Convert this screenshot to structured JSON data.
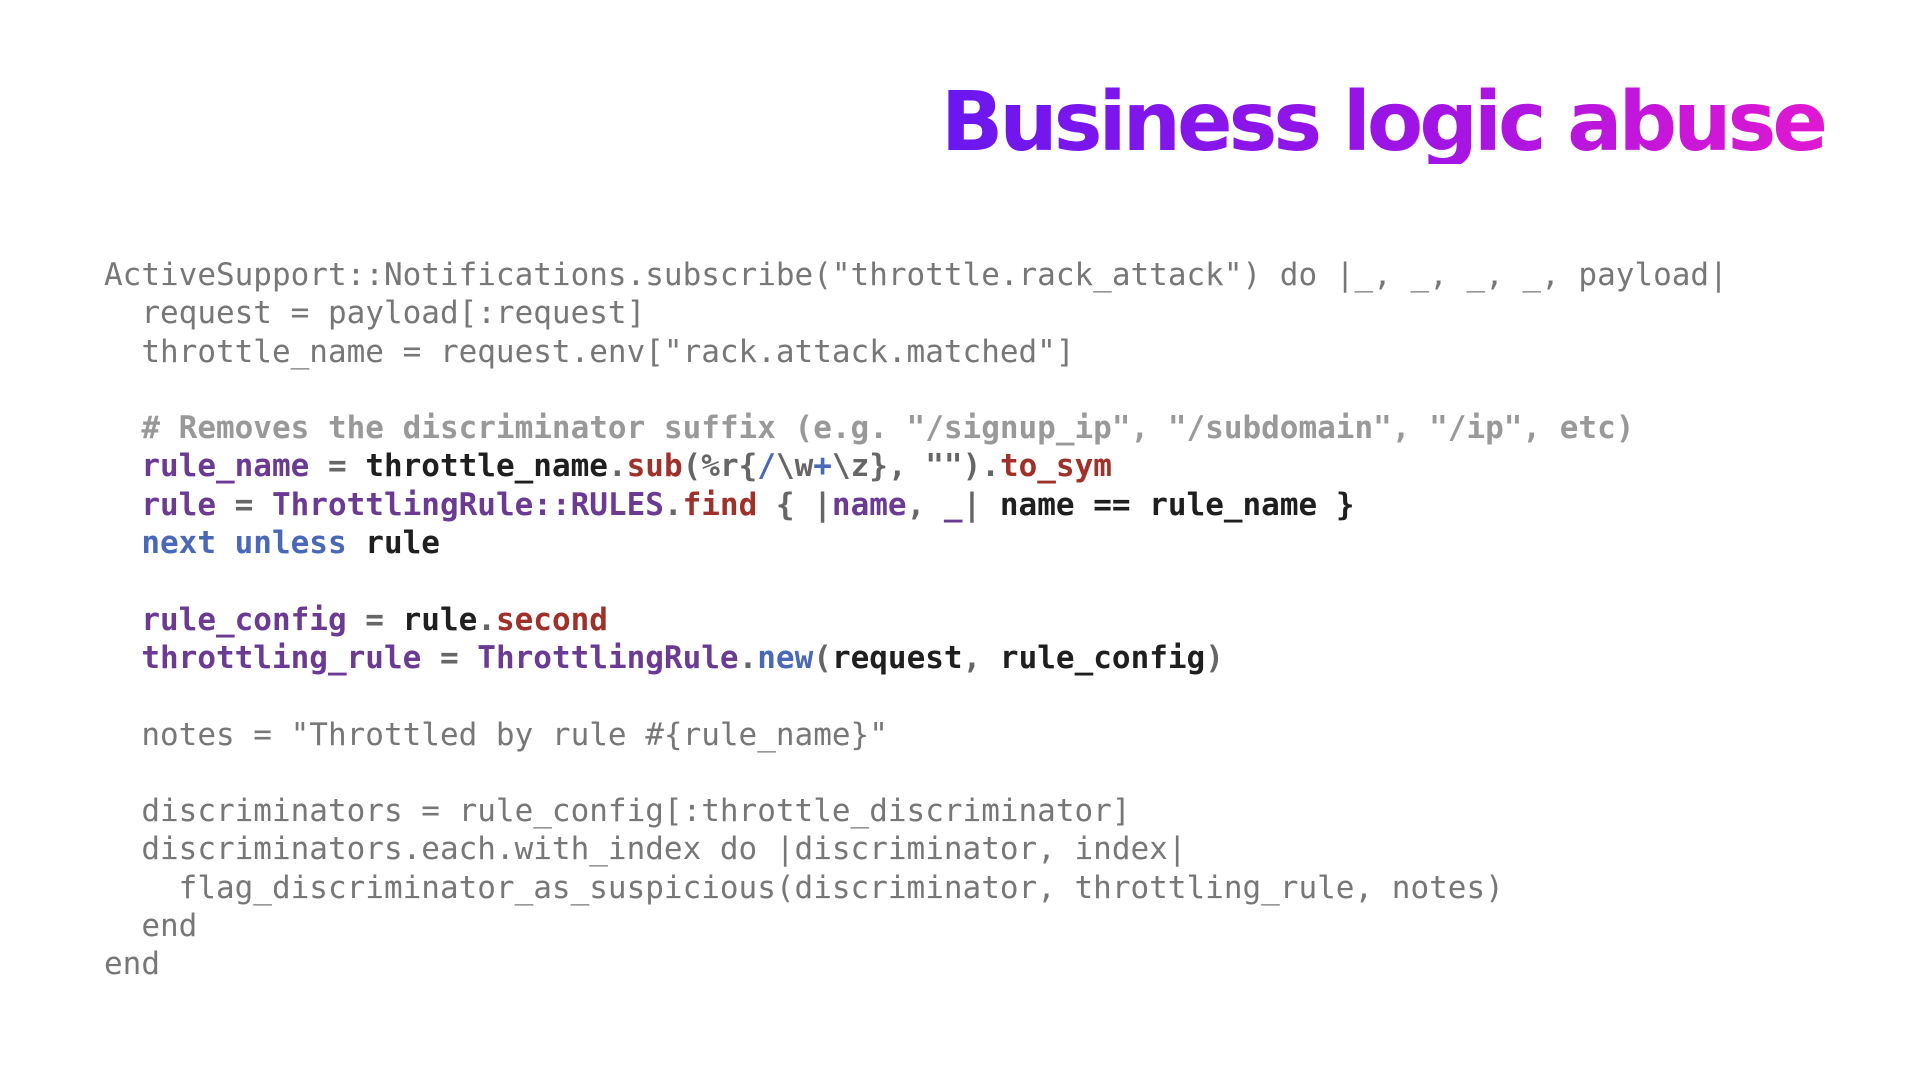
{
  "slide": {
    "title": "Business logic abuse",
    "colors": {
      "title_gradient_start": "#6a17f0",
      "title_gradient_end": "#e018d2",
      "dim_code": "#777777",
      "comment": "#999999",
      "variable": "#6b3a92",
      "method": "#a0312a",
      "keyword": "#4a68b8",
      "identifier": "#1f1f1f"
    }
  },
  "code": {
    "l1": "ActiveSupport::Notifications.subscribe(\"throttle.rack_attack\") do |_, _, _, _, payload|",
    "l2": "  request = payload[:request]",
    "l3": "  throttle_name = request.env[\"rack.attack.matched\"]",
    "l5": "  # Removes the discriminator suffix (e.g. \"/signup_ip\", \"/subdomain\", \"/ip\", etc)",
    "l6": {
      "indent": "  ",
      "t1": "rule_name",
      "t2": " = ",
      "t3": "throttle_name",
      "t4": ".",
      "t5": "sub",
      "t6": "(%r{",
      "t7": "/",
      "t8": "\\w",
      "t9": "+",
      "t10": "\\z",
      "t11": "}, \"\")",
      "t12": ".",
      "t13": "to_sym"
    },
    "l7": {
      "indent": "  ",
      "t1": "rule",
      "t2": " = ",
      "t3": "ThrottlingRule::RULES",
      "t4": ".",
      "t5": "find",
      "t6": " { |",
      "t7": "name",
      "t8": ", ",
      "t9": "_",
      "t10": "| ",
      "t11": "name == rule_name }"
    },
    "l8": {
      "indent": "  ",
      "t1": "next unless",
      "t2": " rule"
    },
    "l10": {
      "indent": "  ",
      "t1": "rule_config",
      "t2": " = ",
      "t3": "rule",
      "t4": ".",
      "t5": "second"
    },
    "l11": {
      "indent": "  ",
      "t1": "throttling_rule",
      "t2": " = ",
      "t3": "ThrottlingRule",
      "t4": ".",
      "t5": "new",
      "t6": "(",
      "t7": "request",
      "t8": ", ",
      "t9": "rule_config",
      "t10": ")"
    },
    "l13": "  notes = \"Throttled by rule #{rule_name}\"",
    "l15": "  discriminators = rule_config[:throttle_discriminator]",
    "l16": "  discriminators.each.with_index do |discriminator, index|",
    "l17": "    flag_discriminator_as_suspicious(discriminator, throttling_rule, notes)",
    "l18": "  end",
    "l19": "end"
  }
}
